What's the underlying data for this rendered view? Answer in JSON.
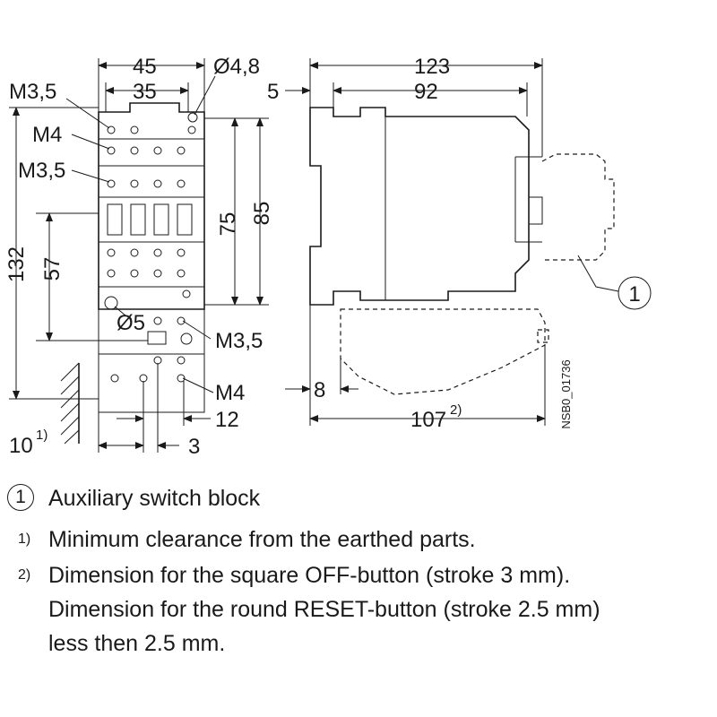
{
  "drawing": {
    "front": {
      "width_total": "45",
      "width_inner": "35",
      "hole_top": "Ø4,8",
      "hole_bottom": "Ø5",
      "height_total": "132",
      "height_mid": "57",
      "height_75": "75",
      "height_85": "85",
      "screw_m35_top": "M3,5",
      "screw_m4_top": "M4",
      "screw_m35_mid": "M3,5",
      "screw_m35_bottom": "M3,5",
      "screw_m4_bottom": "M4",
      "clearance": "10",
      "clearance_note": "1)",
      "offset_3": "3",
      "offset_12": "12"
    },
    "side": {
      "width_total": "123",
      "width_body": "92",
      "offset_5": "5",
      "offset_8": "8",
      "depth_107": "107",
      "depth_note": "2)",
      "callout": "1",
      "drawing_code": "NSB0_01736"
    }
  },
  "legend": {
    "item1_marker": "1",
    "item1_text": "Auxiliary switch block",
    "note1_marker": "1)",
    "note1_text": "Minimum clearance from the earthed parts.",
    "note2_marker": "2)",
    "note2_line1": "Dimension for the square OFF-button (stroke 3 mm).",
    "note2_line2": "Dimension for the round RESET-button (stroke 2.5 mm)",
    "note2_line3": "less then 2.5 mm."
  }
}
